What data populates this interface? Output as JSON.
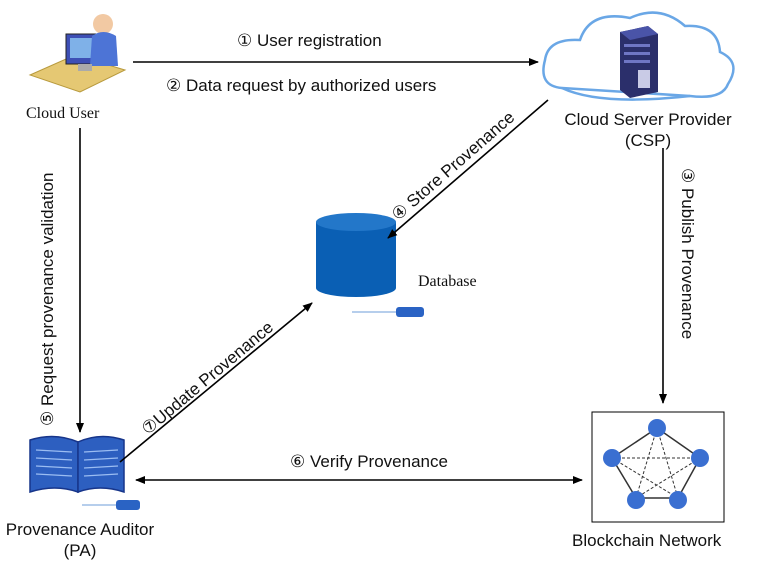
{
  "nodes": {
    "cloud_user": "Cloud User",
    "csp_line1": "Cloud Server Provider",
    "csp_line2": "(CSP)",
    "database": "Database",
    "pa_line1": "Provenance Auditor",
    "pa_line2": "(PA)",
    "blockchain": "Blockchain Network"
  },
  "edges": {
    "e1": "① User registration",
    "e2": "② Data request by authorized users",
    "e3": "③ Publish Provenance",
    "e4": "④ Store Provenance",
    "e5": "⑤ Request provenance validation",
    "e6": "⑥ Verify Provenance",
    "e7": "⑦Update Provenance"
  },
  "colors": {
    "accent_blue": "#1f5fbf",
    "node_blue": "#3a6fd1",
    "server_dark": "#2b2f6b",
    "line": "#000000"
  }
}
